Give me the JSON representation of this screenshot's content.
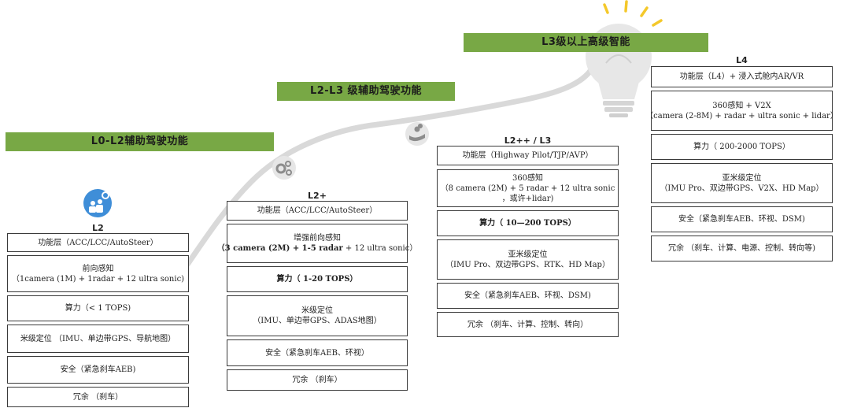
{
  "banners": {
    "b1": "L0-L2辅助驾驶功能",
    "b2": "L2-L3 级辅助驾驶功能",
    "b3": "L3级以上高级智能"
  },
  "icons": {
    "people": "people-icon",
    "gears": "gears-icon",
    "hand_coins": "hand-coins-icon",
    "bulb": "lightbulb-icon"
  },
  "colors": {
    "banner_green": "#78a845",
    "road_gray": "#d9d9d9",
    "people_blue": "#3f8ed8",
    "gear_gray": "#8c8c8c",
    "bulb_yellow": "#f4c82a"
  },
  "columns": {
    "l2": {
      "label": "L2",
      "items": [
        {
          "l1": "功能层（ACC/LCC/AutoSteer）"
        },
        {
          "l1": "前向感知",
          "l2": "（1camera (1M) + 1radar + 12 ultra sonic)"
        },
        {
          "l1": "算力（< 1 TOPS)"
        },
        {
          "l1": "米级定位 （IMU、单边带GPS、导航地图）"
        },
        {
          "l1": "安全（紧急刹车AEB)"
        },
        {
          "l1": "冗余 （刹车）"
        }
      ]
    },
    "l2plus": {
      "label": "L2+",
      "items": [
        {
          "l1": "功能层（ACC/LCC/AutoSteer）"
        },
        {
          "l1": "增强前向感知",
          "l2a": "（3 camera (2M) + 1-5 radar",
          "l2b": " + 12 ultra sonic）"
        },
        {
          "l1": "算力（ 1-20 TOPS）"
        },
        {
          "l1": "米级定位",
          "l2": "（IMU、单边带GPS、ADAS地图）"
        },
        {
          "l1": "安全（紧急刹车AEB、环视）"
        },
        {
          "l1": "冗余 （刹车）"
        }
      ]
    },
    "l3": {
      "label": "L2++ / L3",
      "items": [
        {
          "l1": "功能层（Highway Pilot/TJP/AVP）"
        },
        {
          "l1": "360感知",
          "l2": "（8 camera (2M) + 5 radar + 12 ultra sonic",
          "l3": "，或许+lidar)"
        },
        {
          "l1": "算力（ 10—200 TOPS）"
        },
        {
          "l1": "亚米级定位",
          "l2": "（IMU Pro、双边带GPS、RTK、HD Map）"
        },
        {
          "l1": "安全（紧急刹车AEB、环视、DSM)"
        },
        {
          "l1": "冗余 （刹车、计算、控制、转向）"
        }
      ]
    },
    "l4": {
      "label": "L4",
      "items": [
        {
          "l1": "功能层（L4）+ 浸入式舱内AR/VR"
        },
        {
          "l1": "360感知 +  V2X",
          "l2": "（camera (2-8M) + radar + ultra sonic + lidar）"
        },
        {
          "l1": "算力（ 200-2000 TOPS）"
        },
        {
          "l1": "亚米级定位",
          "l2": "（IMU Pro、双边带GPS、V2X、HD Map）"
        },
        {
          "l1": "安全（紧急刹车AEB、环视、DSM)"
        },
        {
          "l1": "冗余 （刹车、计算、电源、控制、转向等)"
        }
      ]
    }
  }
}
